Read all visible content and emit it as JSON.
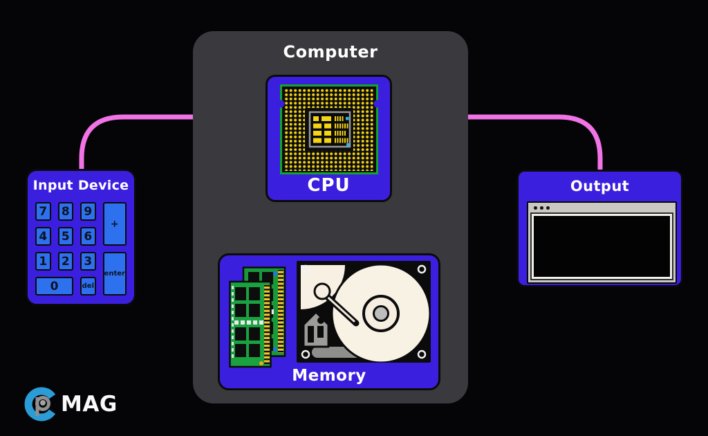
{
  "computer": {
    "title": "Computer"
  },
  "cpu": {
    "label": "CPU"
  },
  "memory": {
    "label": "Memory"
  },
  "input_device": {
    "title": "Input Device",
    "keys": {
      "k7": "7",
      "k8": "8",
      "k9": "9",
      "plus": "+",
      "k4": "4",
      "k5": "5",
      "k6": "6",
      "k1": "1",
      "k2": "2",
      "k3": "3",
      "enter": "enter",
      "k0": "0",
      "del": "del"
    }
  },
  "output": {
    "title": "Output"
  },
  "logo": {
    "text": "MAG"
  },
  "diagram": {
    "nodes": [
      "Input Device",
      "Computer",
      "CPU",
      "Memory",
      "Output"
    ],
    "edges": [
      {
        "from": "Input Device",
        "to": "CPU"
      },
      {
        "from": "CPU",
        "to": "Output"
      },
      {
        "from": "CPU",
        "to": "Memory"
      },
      {
        "from": "CPU",
        "to": "Memory"
      }
    ]
  },
  "icons": {
    "cpu_chip": "cpu-chip-icon",
    "ram": "ram-stick-icon",
    "hdd": "hard-disk-icon",
    "monitor": "monitor-window-icon",
    "logo_mark": "pcmag-logo-icon"
  },
  "colors": {
    "background": "#050508",
    "container_gray": "#3a3a3e",
    "box_blue": "#3b1fde",
    "key_blue": "#2e71ef",
    "wire_pink": "#f173e6",
    "chip_green_border": "#12a52c",
    "pin_yellow": "#f2d211",
    "ram_green": "#1aa241",
    "gold_pins": "#eec92b",
    "platter_cream": "#f8f2e5",
    "logo_blue": "#2b9cd6",
    "logo_gray": "#8f8f8f",
    "text_white": "#ffffff"
  }
}
